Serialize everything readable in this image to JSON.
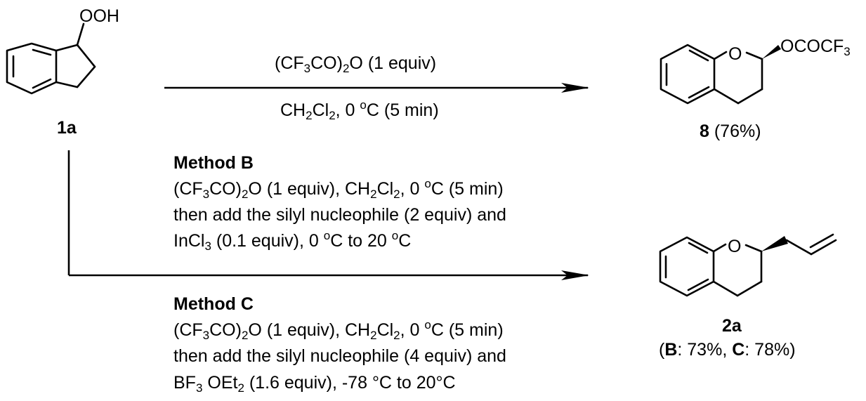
{
  "top_reaction": {
    "reagent_html": "(CF<sub>3</sub>CO)<sub>2</sub>O (1 equiv)",
    "conditions_html": "CH<sub>2</sub>Cl<sub>2</sub>, 0 <sup>o</sup>C (5 min)"
  },
  "compounds": {
    "start": {
      "label": "1a",
      "substituent": "OOH"
    },
    "product_8": {
      "label": "8",
      "yield": "(76%)",
      "ring_atom": "O",
      "substituent_html": "OCOCF<sub>3</sub>"
    },
    "product_2a": {
      "label": "2a",
      "ring_atom": "O",
      "yield_html": "(<b>B</b>: 73%, <b>C</b>: 78%)"
    }
  },
  "method_b": {
    "title": "Method B",
    "lines_html": [
      "(CF<sub>3</sub>CO)<sub>2</sub>O (1 equiv), CH<sub>2</sub>Cl<sub>2</sub>, 0 <sup>o</sup>C (5 min)",
      "then add the silyl nucleophile (2 equiv) and",
      "InCl<sub>3</sub> (0.1 equiv), 0 <sup>o</sup>C to 20 <sup>o</sup>C"
    ]
  },
  "method_c": {
    "title": "Method C",
    "lines_html": [
      "(CF<sub>3</sub>CO)<sub>2</sub>O (1 equiv), CH<sub>2</sub>Cl<sub>2</sub>, 0 <sup>o</sup>C (5 min)",
      "then add the silyl nucleophile (4 equiv) and",
      "BF<sub>3</sub> OEt<sub>2</sub> (1.6 equiv), -78 °C to 20°C"
    ]
  }
}
